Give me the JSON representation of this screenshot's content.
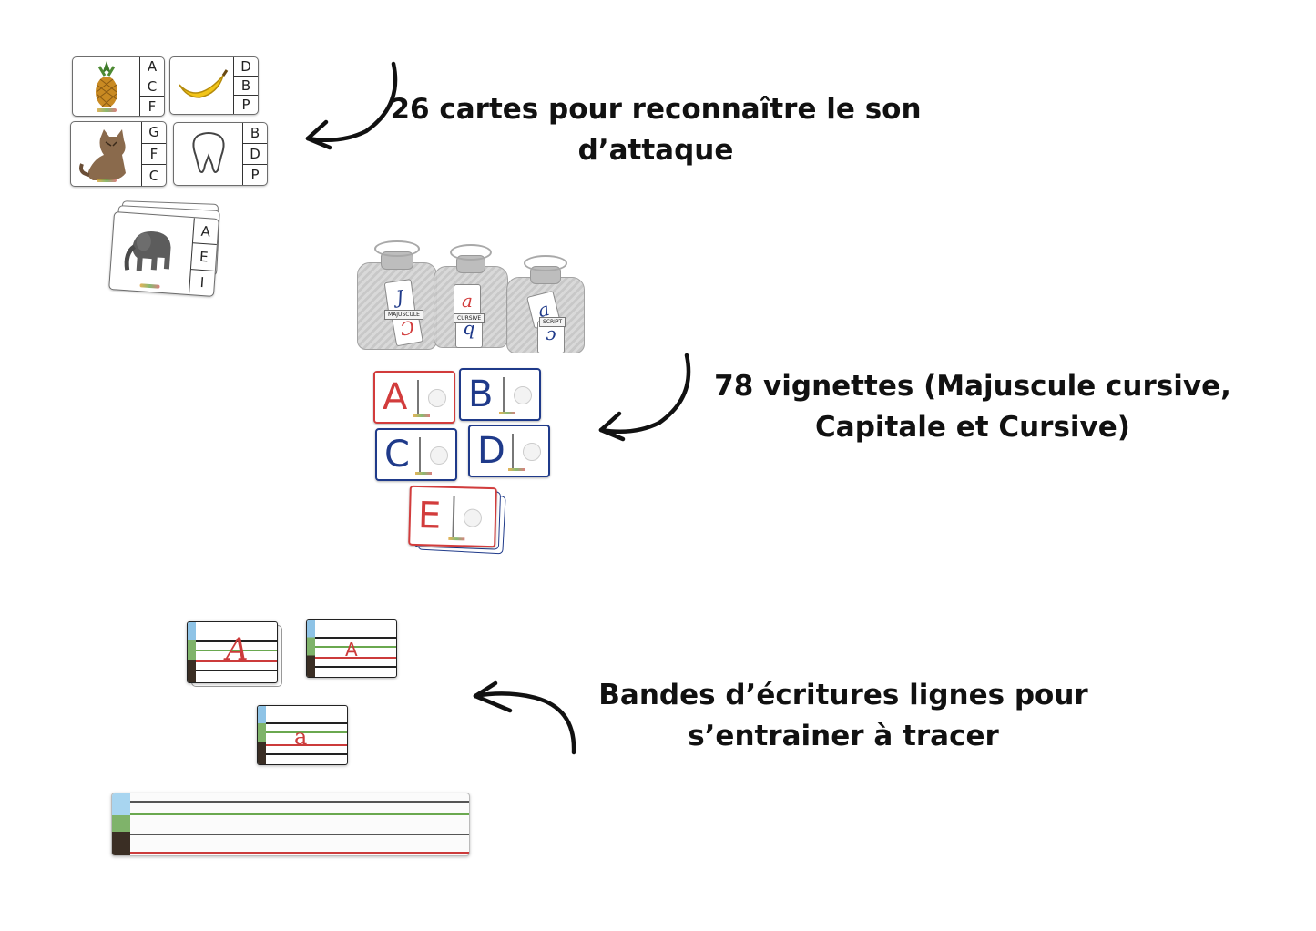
{
  "captions": {
    "cards": [
      "26 cartes pour reconnaître le son",
      "d’attaque"
    ],
    "vignettes": [
      "78 vignettes (Majuscule cursive,",
      "Capitale et Cursive)"
    ],
    "strips": [
      "Bandes d’écritures lignes pour",
      "s’entrainer à tracer"
    ]
  },
  "picture_cards": [
    {
      "icon": "pineapple-icon",
      "letters": [
        "A",
        "C",
        "F"
      ]
    },
    {
      "icon": "banana-icon",
      "letters": [
        "D",
        "B",
        "P"
      ]
    },
    {
      "icon": "cat-icon",
      "letters": [
        "G",
        "F",
        "C"
      ]
    },
    {
      "icon": "tooth-icon",
      "letters": [
        "B",
        "D",
        "P"
      ]
    },
    {
      "icon": "elephant-icon",
      "letters": [
        "A",
        "E",
        "I"
      ]
    }
  ],
  "bags": [
    {
      "tag": "MAJUSCULE",
      "glyphs": [
        "J",
        "C"
      ]
    },
    {
      "tag": "CURSIVE",
      "glyphs": [
        "a",
        "b"
      ]
    },
    {
      "tag": "SCRIPT",
      "glyphs": [
        "a",
        "c"
      ]
    }
  ],
  "letter_cards": [
    {
      "letter": "A",
      "color": "#d23c3c"
    },
    {
      "letter": "B",
      "color": "#1f3a8a"
    },
    {
      "letter": "C",
      "color": "#1f3a8a"
    },
    {
      "letter": "D",
      "color": "#1f3a8a"
    },
    {
      "letter": "E",
      "color": "#d23c3c"
    }
  ],
  "writing_cards": [
    {
      "glyph": "A",
      "style": "cursive"
    },
    {
      "glyph": "A",
      "style": "capital"
    },
    {
      "glyph": "a",
      "style": "script"
    }
  ]
}
